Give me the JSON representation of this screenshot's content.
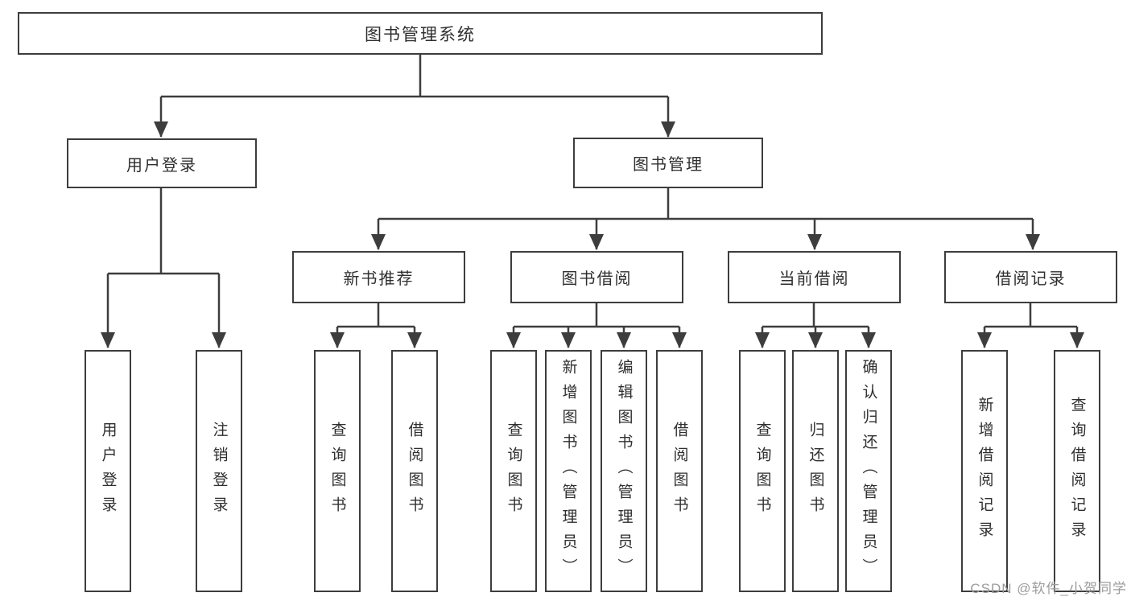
{
  "diagram_title": "图书管理系统",
  "nodes": {
    "root": "图书管理系统",
    "l2": [
      "用户登录",
      "图书管理"
    ],
    "l3": [
      "新书推荐",
      "图书借阅",
      "当前借阅",
      "借阅记录"
    ],
    "l4_user": [
      "用户登录",
      "注销登录"
    ],
    "l4_new": [
      "查询图书",
      "借阅图书"
    ],
    "l4_borrow": [
      "查询图书",
      "新增图书（管理员）",
      "编辑图书（管理员）",
      "借阅图书"
    ],
    "l4_current": [
      "查询图书",
      "归还图书",
      "确认归还（管理员）"
    ],
    "l4_records": [
      "新增借阅记录",
      "查询借阅记录"
    ]
  },
  "watermark": {
    "text": "CSDN @软件_小贺同学",
    "color": "#9c9c9c"
  },
  "colors": {
    "line": "#3d3d3d",
    "box_border": "#3d3d3d",
    "text": "#2f2f2f",
    "watermark": "#9c9c9c",
    "background": "#ffffff"
  }
}
